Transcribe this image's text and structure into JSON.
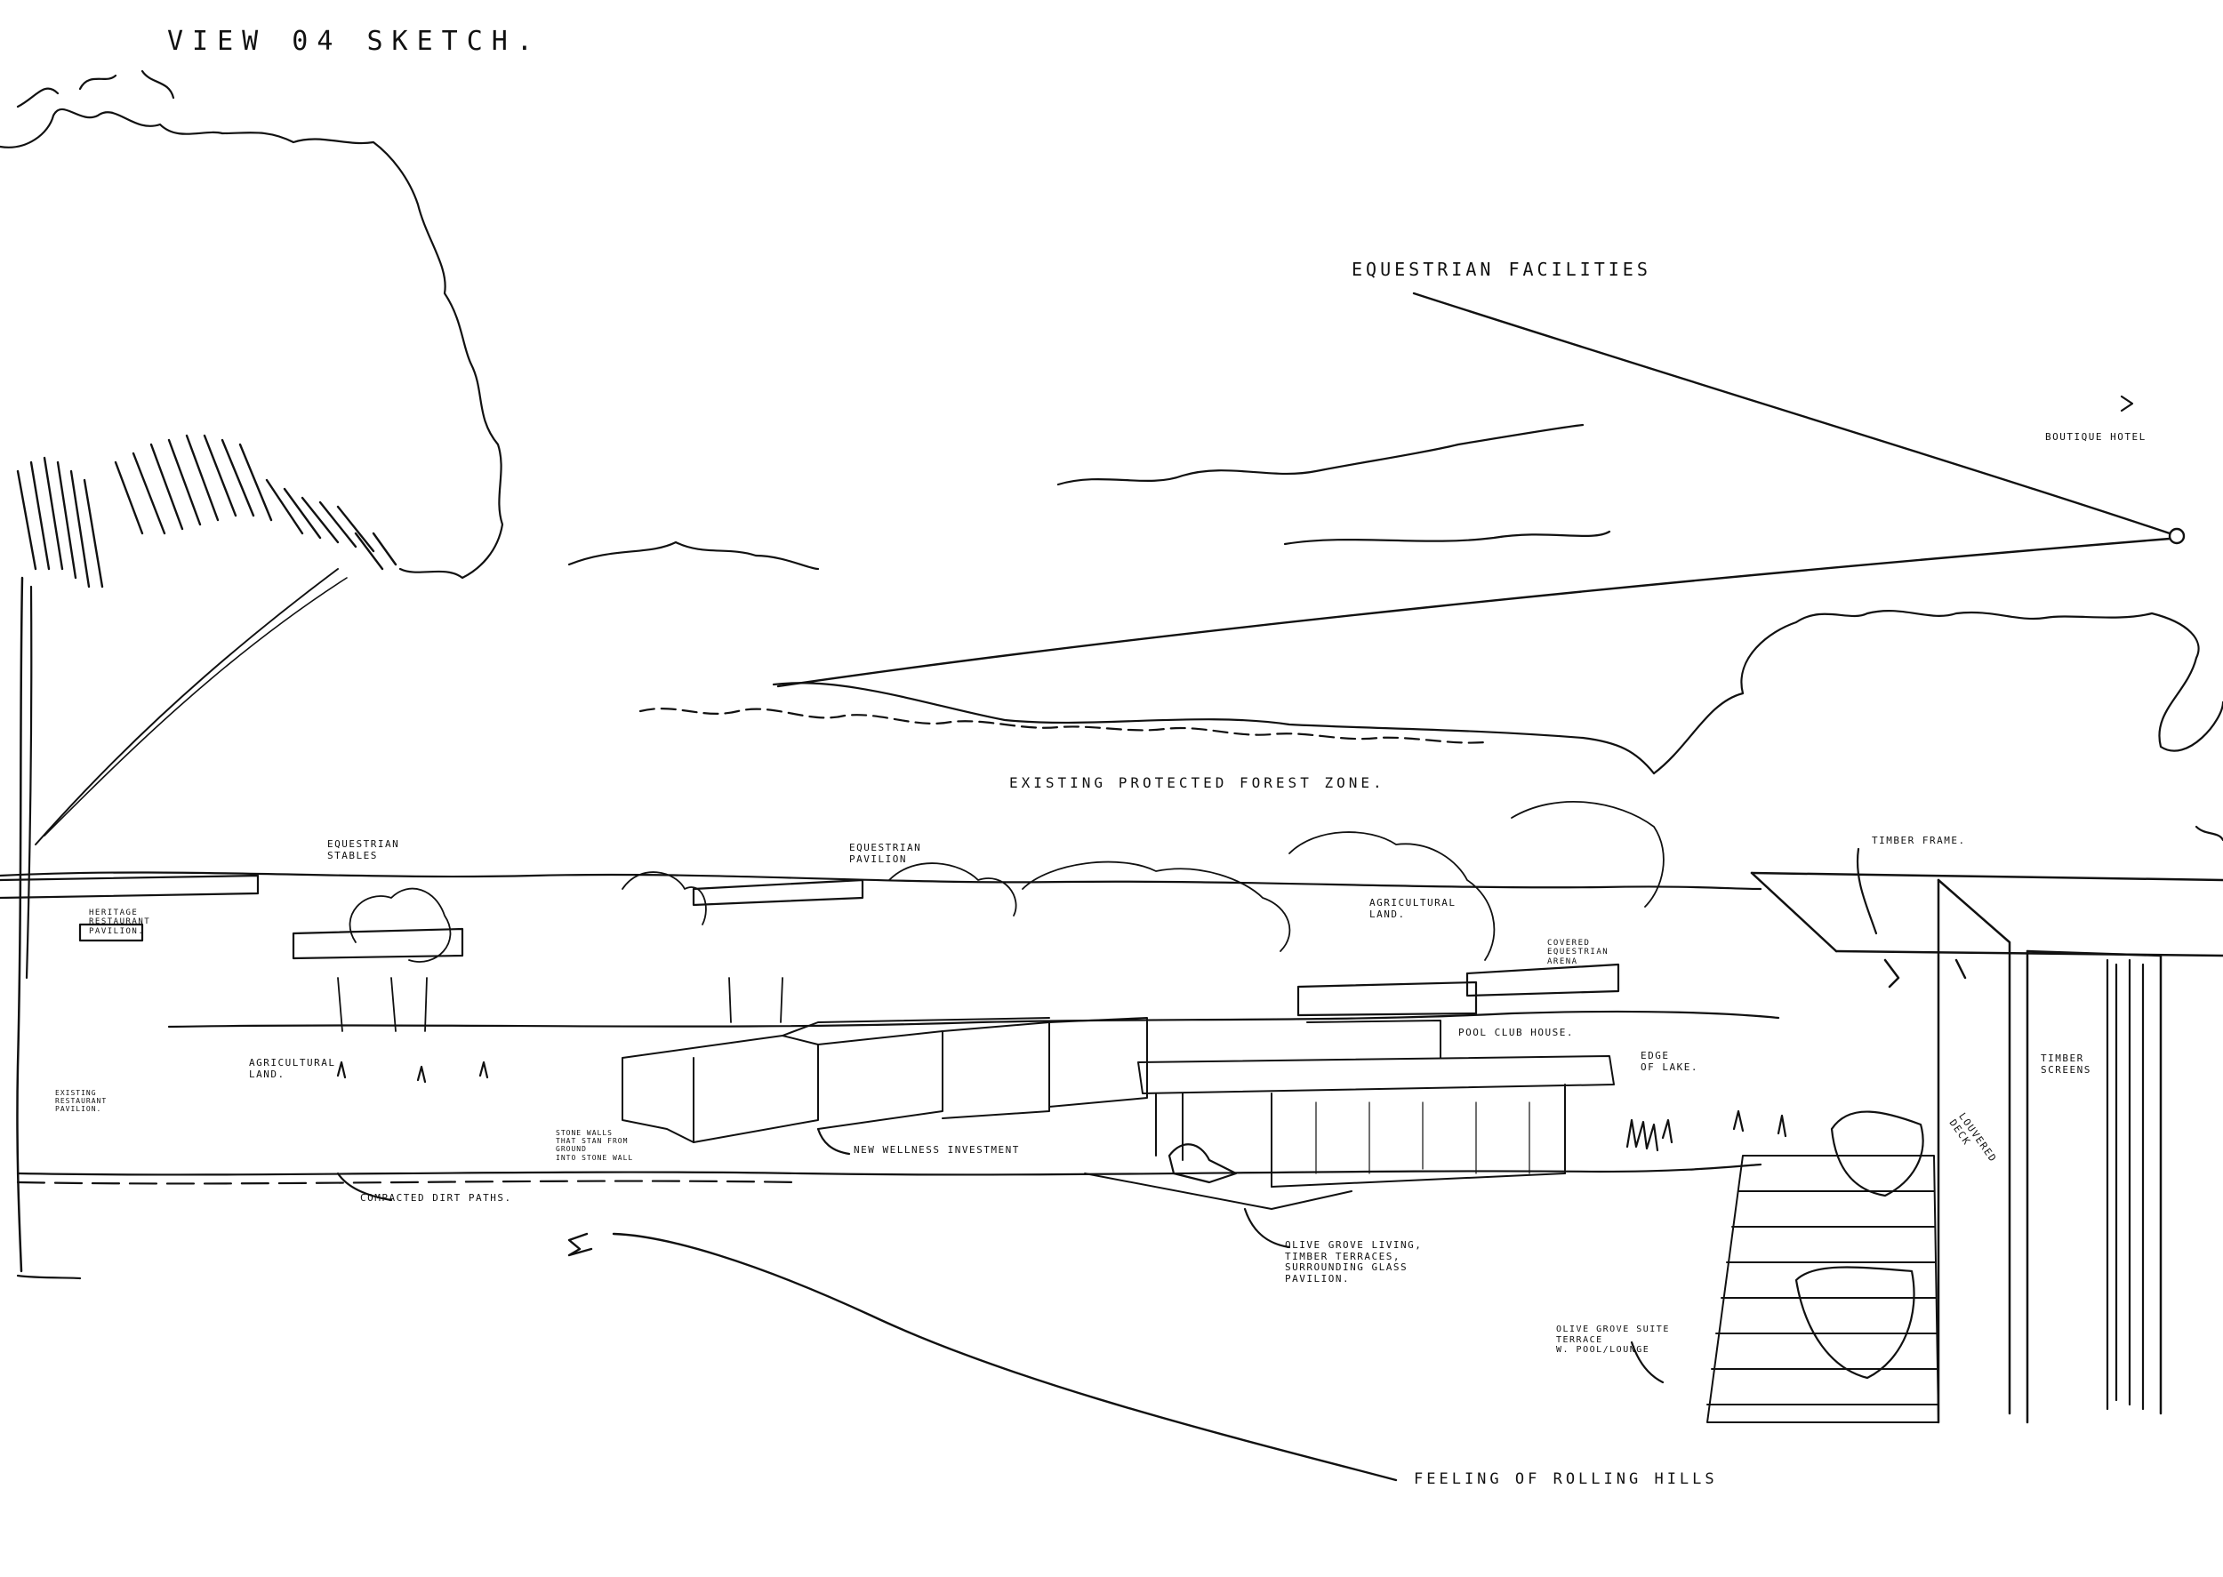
{
  "title": "VIEW 04 SKETCH.",
  "labels": {
    "equestrian_facilities": "EQUESTRIAN FACILITIES",
    "boutique_hotel": "BOUTIQUE HOTEL",
    "existing_forest": "EXISTING PROTECTED FOREST ZONE.",
    "equestrian_stables": "EQUESTRIAN\nSTABLES",
    "equestrian_pavilion": "EQUESTRIAN\nPAVILION",
    "agricultural_land_left": "AGRICULTURAL\nLAND.",
    "agricultural_land_mid": "AGRICULTURAL\nLAND.",
    "heritage_restaurant": "HERITAGE\nRESTAURANT\nPAVILION.",
    "existing_restaurant": "EXISTING\nRESTAURANT\nPAVILION.",
    "covered_equestrian_arena": "COVERED\nEQUESTRIAN\nARENA",
    "pool_club_house": "POOL CLUB HOUSE.",
    "edge_of_lake": "EDGE\nOF LAKE.",
    "stone_walls": "STONE WALLS\nTHAT STAN FROM\nGROUND\nINTO STONE WALL",
    "new_wellness": "NEW WELLNESS INVESTMENT",
    "compacted_dirt": "COMPACTED DIRT PATHS.",
    "olive_grove_living": "OLIVE GROVE LIVING,\nTIMBER TERRACES,\nSURROUNDING GLASS\nPAVILION.",
    "timber_frame": "TIMBER FRAME.",
    "timber_screens": "TIMBER\nSCREENS",
    "louvered_deck": "LOUVERED\nDECK",
    "olive_grove_suite": "OLIVE GROVE SUITE\nTERRACE\nW. POOL/LOUNGE",
    "rolling_hills": "FEELING OF ROLLING HILLS"
  }
}
